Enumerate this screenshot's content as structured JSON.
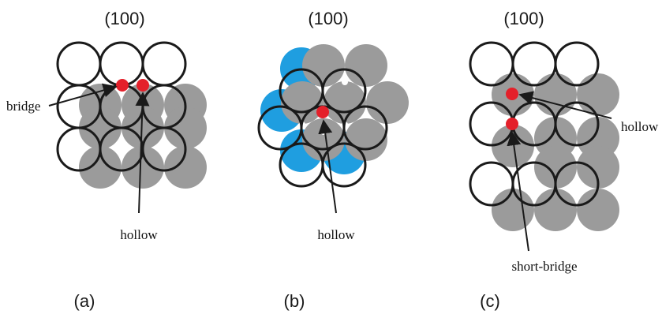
{
  "colors": {
    "background": "#ffffff",
    "gray_atom": "#9b9b9b",
    "blue_atom": "#1f9ee0",
    "outline": "#1a1a1a",
    "site_red": "#e4202a",
    "arrow": "#1a1a1a"
  },
  "panels": [
    {
      "id": "a",
      "facet": "(100)",
      "letter": "(a)",
      "labels": {
        "bridge": "bridge",
        "hollow": "hollow"
      }
    },
    {
      "id": "b",
      "facet": "(100)",
      "letter": "(b)",
      "labels": {
        "hollow": "hollow"
      }
    },
    {
      "id": "c",
      "facet": "(100)",
      "letter": "(c)",
      "labels": {
        "hollow": "hollow",
        "short_bridge": "short-bridge"
      }
    }
  ]
}
